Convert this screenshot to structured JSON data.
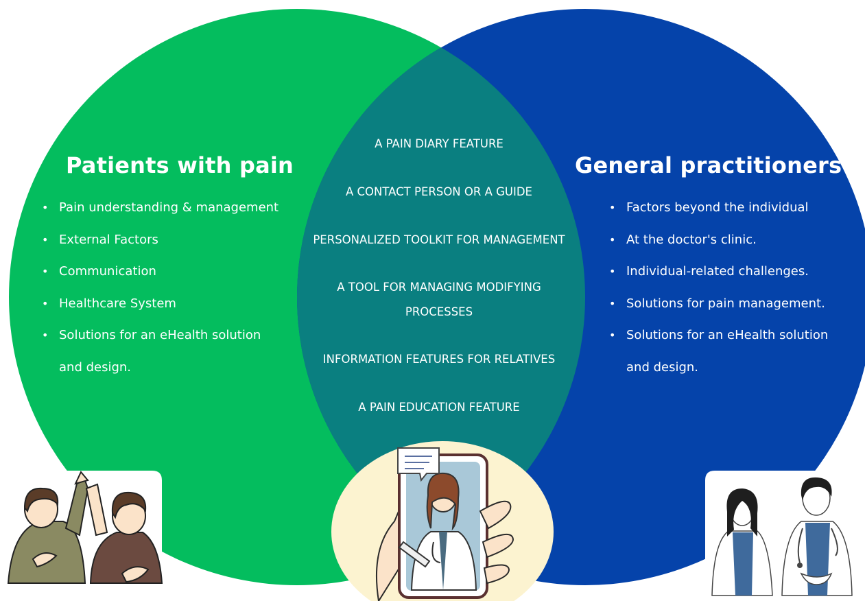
{
  "colors": {
    "left_circle": "#04bd5e",
    "right_circle": "#0543aa",
    "overlap": "#0a7f80",
    "phone_bg": "#fcf3d0",
    "skin": "#fbe3c9"
  },
  "left": {
    "title": "Patients with pain",
    "items": [
      "Pain understanding & management",
      "External Factors",
      "Communication",
      "Healthcare System",
      "Solutions for an eHealth solution",
      "and design."
    ]
  },
  "right": {
    "title": "General practitioners",
    "items": [
      "Factors beyond the individual",
      "At the doctor's clinic.",
      "Individual-related challenges.",
      "Solutions for pain management.",
      "Solutions for an eHealth solution",
      "and design."
    ]
  },
  "center": {
    "items": [
      "A PAIN DIARY FEATURE",
      "A CONTACT PERSON OR A GUIDE",
      "PERSONALIZED TOOLKIT FOR MANAGEMENT",
      "A TOOL FOR MANAGING MODIFYING",
      "PROCESSES",
      "INFORMATION FEATURES FOR RELATIVES",
      "A PAIN EDUCATION FEATURE"
    ]
  },
  "illustrations": {
    "left": "patients-high-five-illustration",
    "center": "phone-doctor-consultation-illustration",
    "right": "general-practitioners-illustration"
  }
}
